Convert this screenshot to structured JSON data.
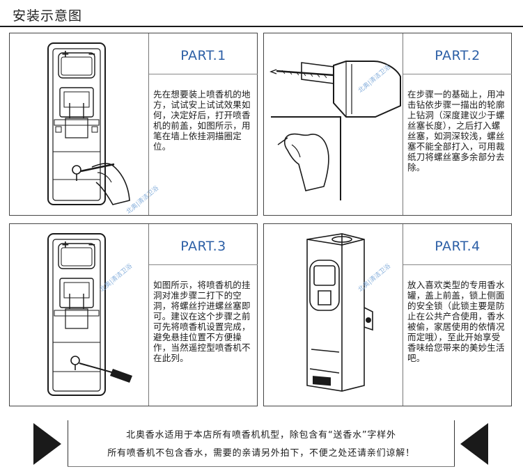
{
  "header": {
    "title": "安装示意图"
  },
  "panels": [
    {
      "part": "PART.1",
      "text": "先在想要装上喷香机的地方，试试安上试试效果如何，决定好后，打开喷香机的前盖，如图所示，用笔在墙上依挂洞描圈定位。"
    },
    {
      "part": "PART.2",
      "text": "在步骤一的基础上，用冲击钻依步骤一描出的轮廓上钻洞（深度建议少于螺丝塞长度），之后打入螺丝塞，如洞深较浅，螺丝塞不能全部打入，可用裁纸刀将螺丝塞多余部分去除。",
      "watermark": "北奥|清洁卫浴"
    },
    {
      "part": "PART.3",
      "text": "如图所示，将喷香机的挂洞对准步骤二打下的空洞，将螺丝拧进螺丝塞即可。建议在这个步骤之前可先将喷香机设置完成，避免悬挂位置不方便操作，当然遥控型喷香机不在此列。",
      "watermark": "北奥|清洁卫浴"
    },
    {
      "part": "PART.4",
      "text": "放入喜欢类型的专用香水罐，盖上前盖，锁上侧面的安全锁（此锁主要是防止在公共产合使用，香水被偷，家居使用的依情况而定哦），至此开始享受香味给您带来的美妙生活吧。",
      "watermark": "北奥|清洁卫浴"
    }
  ],
  "watermark_panel1": "北奥|清洁卫浴",
  "footer": {
    "line1": "北奥香水适用于本店所有喷香机机型，除包含有“送香水”字样外",
    "line2": "所有喷香机不包含香水，需要的亲请另外拍下，不便之处还请亲们谅解！"
  },
  "icons": [
    "play-left-triangle-icon",
    "play-right-triangle-icon"
  ],
  "colors": {
    "part_label": "#2c5fa6",
    "watermark": "#7aa7d8",
    "line": "#1a1a1a"
  }
}
